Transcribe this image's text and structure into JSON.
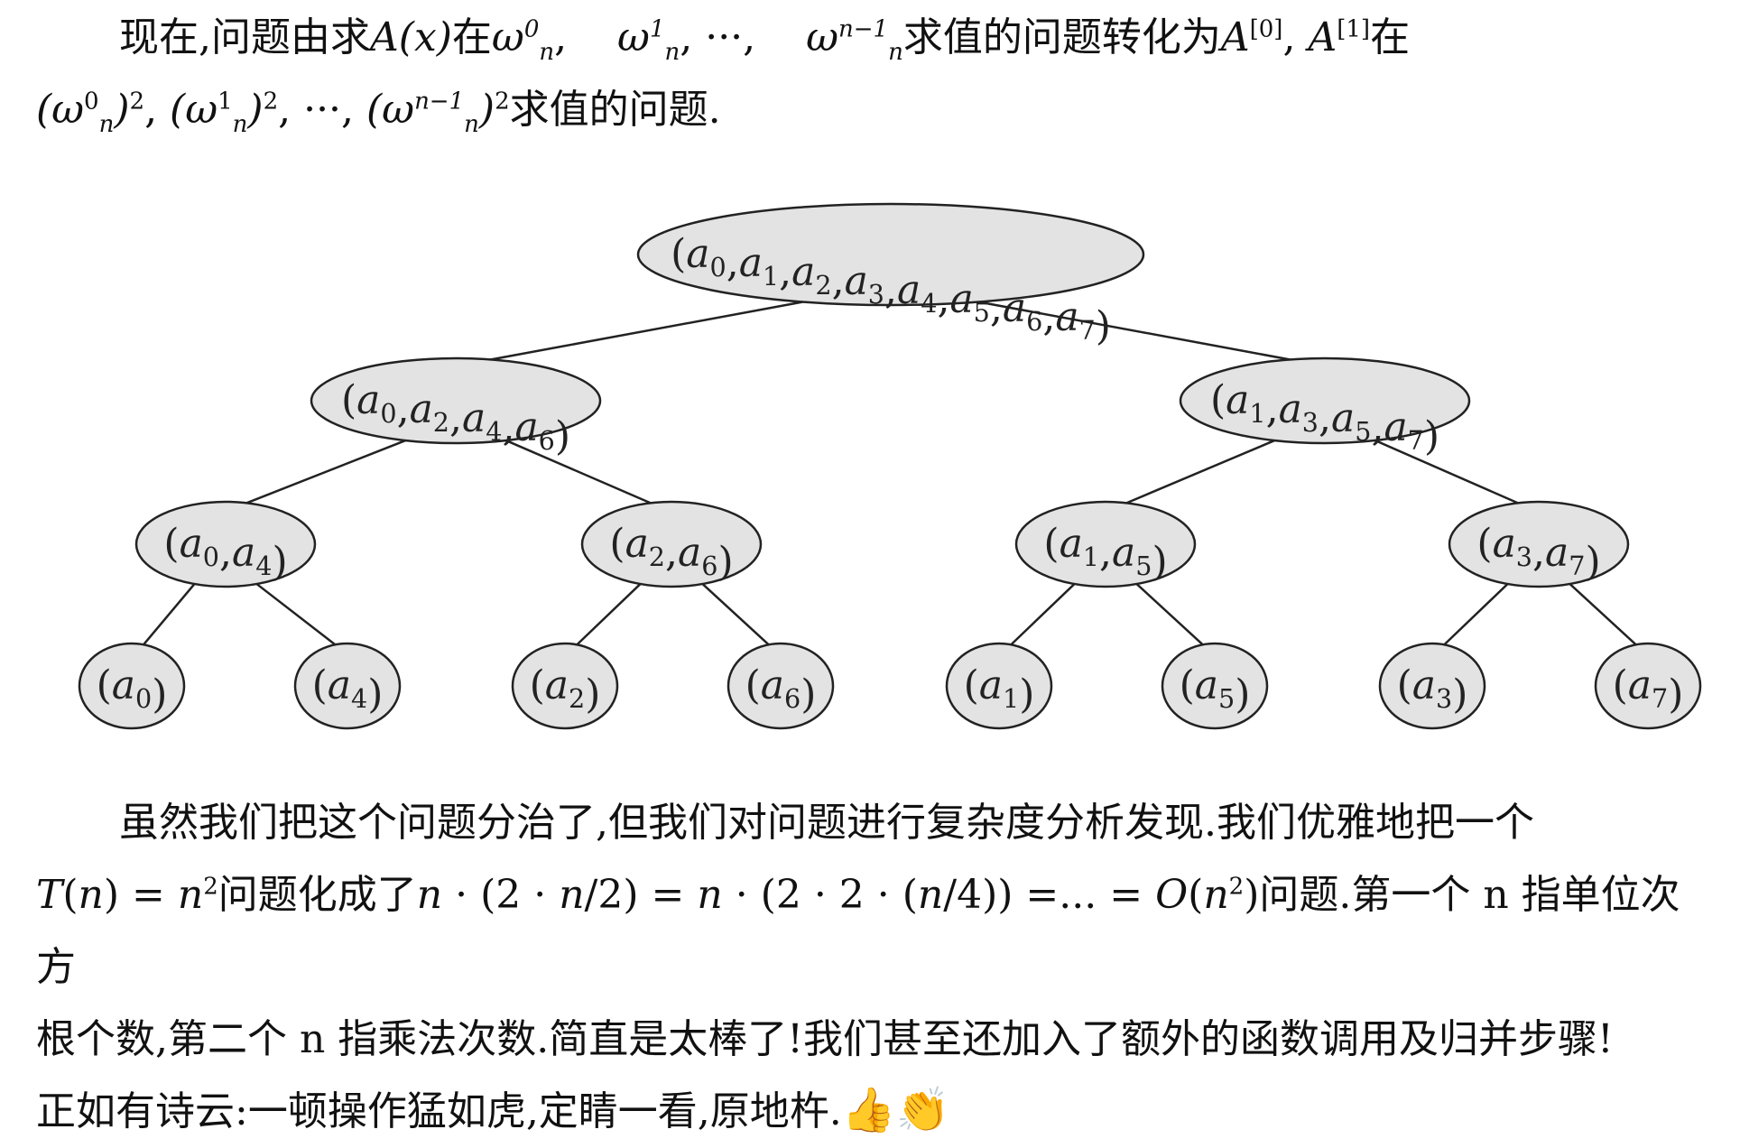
{
  "intro": {
    "parts": [
      "现在,问题由求",
      "A(x)",
      "在",
      "ω",
      "求值的问题转化为",
      "A",
      ", ",
      "在"
    ],
    "line2_tail": "求值的问题."
  },
  "tree": {
    "root": "(a0,a1,a2,a3,a4,a5,a6,a7)",
    "level1": [
      "(a0,a2,a4,a6)",
      "(a1,a3,a5,a7)"
    ],
    "level2": [
      "(a0,a4)",
      "(a2,a6)",
      "(a1,a5)",
      "(a3,a7)"
    ],
    "leaves": [
      "(a0)",
      "(a4)",
      "(a2)",
      "(a6)",
      "(a1)",
      "(a5)",
      "(a3)",
      "(a7)"
    ],
    "node_fill": "#e3e3e3",
    "edge_color": "#222222"
  },
  "conclusion": {
    "line1": "虽然我们把这个问题分治了,但我们对问题进行复杂度分析发现.我们优雅地把一个",
    "mid1": "问题化成了",
    "mid2": "问题.第一个 n 指单位次方",
    "line3": "根个数,第二个 n 指乘法次数.简直是太棒了!我们甚至还加入了额外的函数调用及归并步骤!",
    "line4": "正如有诗云:一顿操作猛如虎,定睛一看,原地杵.",
    "emojis": [
      "👍",
      "👏"
    ]
  }
}
